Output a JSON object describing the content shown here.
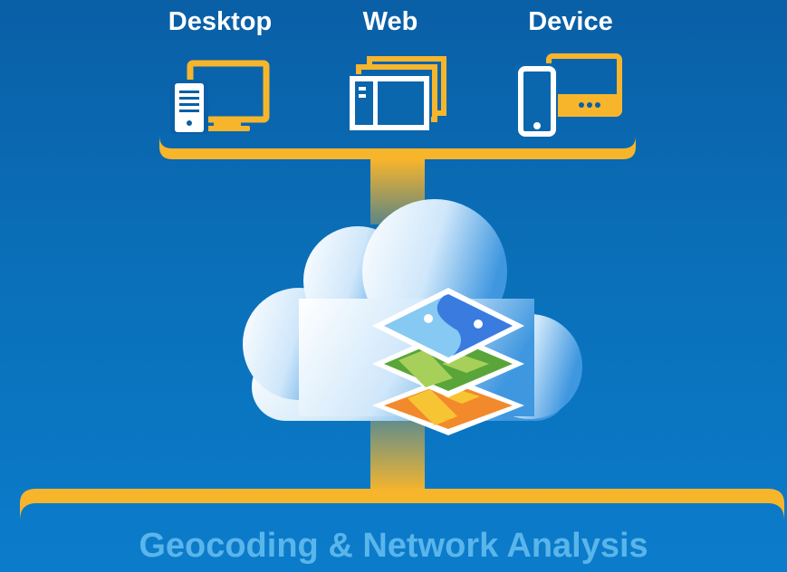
{
  "clients": [
    {
      "label": "Desktop",
      "icon": "desktop-computer-icon"
    },
    {
      "label": "Web",
      "icon": "web-browser-icon"
    },
    {
      "label": "Device",
      "icon": "mobile-tablet-icon"
    }
  ],
  "center": {
    "icon": "cloud-icon",
    "overlay_icon": "map-layers-icon"
  },
  "footer": {
    "title": "Geocoding & Network Analysis"
  },
  "colors": {
    "background": "#0a6fb8",
    "accent": "#f7b52c",
    "footer_text": "#5ab5ea",
    "label_text": "#ffffff"
  }
}
